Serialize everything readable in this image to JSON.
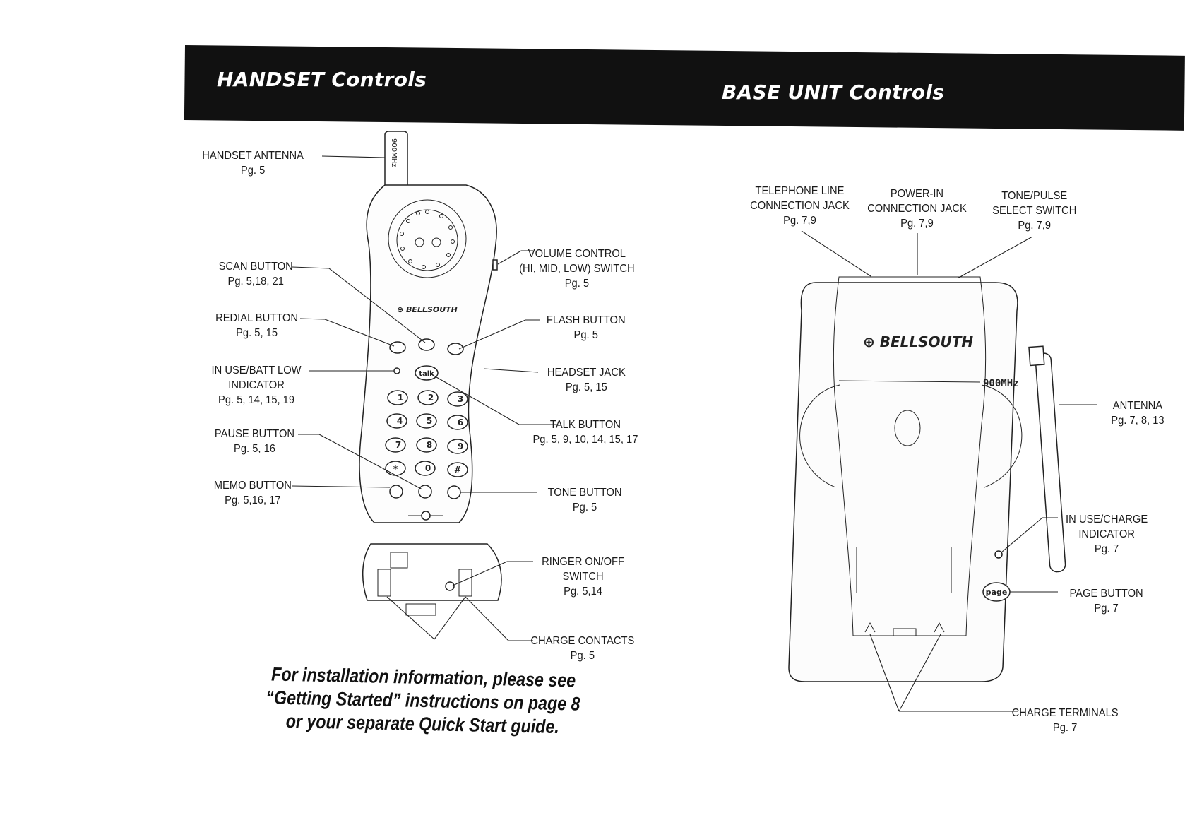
{
  "header": {
    "handset_title": "HANDSET Controls",
    "base_title": "BASE UNIT Controls"
  },
  "handset": {
    "antenna_marking": "900MHz",
    "brand": "BELLSOUTH",
    "keypad": [
      "1",
      "2",
      "3",
      "4",
      "5",
      "6",
      "7",
      "8",
      "9",
      "*",
      "0",
      "#"
    ],
    "talk_key": "talk",
    "labels": {
      "handset_antenna": {
        "name": "HANDSET ANTENNA",
        "page": "Pg. 5"
      },
      "scan_button": {
        "name": "SCAN BUTTON",
        "page": "Pg. 5,18, 21"
      },
      "redial_button": {
        "name": "REDIAL BUTTON",
        "page": "Pg. 5, 15"
      },
      "in_use_batt_low": {
        "line1": "IN USE/BATT LOW",
        "line2": "INDICATOR",
        "page": "Pg. 5, 14, 15, 19"
      },
      "pause_button": {
        "name": "PAUSE BUTTON",
        "page": "Pg. 5, 16"
      },
      "memo_button": {
        "name": "MEMO BUTTON",
        "page": "Pg. 5,16, 17"
      },
      "volume_control": {
        "line1": "VOLUME CONTROL",
        "line2": "(HI, MID, LOW) SWITCH",
        "page": "Pg. 5"
      },
      "flash_button": {
        "name": "FLASH BUTTON",
        "page": "Pg. 5"
      },
      "headset_jack": {
        "name": "HEADSET JACK",
        "page": "Pg. 5, 15"
      },
      "talk_button": {
        "name": "TALK BUTTON",
        "page": "Pg. 5, 9, 10, 14, 15, 17"
      },
      "tone_button": {
        "name": "TONE BUTTON",
        "page": "Pg. 5"
      },
      "ringer_switch": {
        "line1": "RINGER ON/OFF",
        "line2": "SWITCH",
        "page": "Pg. 5,14"
      },
      "charge_contacts": {
        "name": "CHARGE CONTACTS",
        "page": "Pg. 5"
      }
    }
  },
  "base": {
    "brand": "BELLSOUTH",
    "marking": "900MHz",
    "page_key": "page",
    "labels": {
      "telephone_line_jack": {
        "line1": "TELEPHONE LINE",
        "line2": "CONNECTION JACK",
        "page": "Pg. 7,9"
      },
      "power_in_jack": {
        "line1": "POWER-IN",
        "line2": "CONNECTION JACK",
        "page": "Pg. 7,9"
      },
      "tone_pulse_switch": {
        "line1": "TONE/PULSE",
        "line2": "SELECT SWITCH",
        "page": "Pg. 7,9"
      },
      "antenna": {
        "name": "ANTENNA",
        "page": "Pg. 7, 8, 13"
      },
      "in_use_charge": {
        "line1": "IN USE/CHARGE",
        "line2": "INDICATOR",
        "page": "Pg. 7"
      },
      "page_button": {
        "name": "PAGE BUTTON",
        "page": "Pg. 7"
      },
      "charge_terminals": {
        "name": "CHARGE TERMINALS",
        "page": "Pg. 7"
      }
    }
  },
  "footer": {
    "line1": "For installation information, please see",
    "line2": "“Getting Started” instructions on page 8",
    "line3": "or your separate Quick Start guide."
  }
}
